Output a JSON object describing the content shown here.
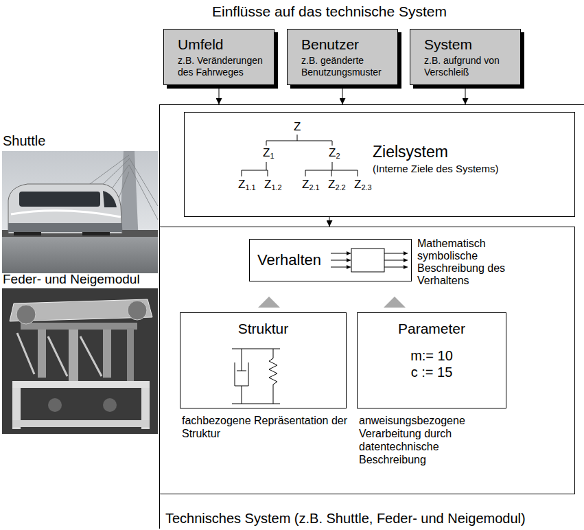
{
  "diagram": {
    "title": "Einflüsse auf das technische System",
    "nodes": [
      {
        "text": [
          "Umfeld",
          "z.B. Veränderungen des Fahrweges"
        ]
      },
      {
        "text": [
          "Benutzer",
          "z.B. geänderte Benutzungsmuster"
        ]
      },
      {
        "text": [
          "System",
          "z.B. aufgrund von Verschleiß"
        ]
      },
      {
        "text": [
          "Technisches System (z.B. Shuttle, Feder- und Neigemodul)"
        ]
      },
      {
        "text": [
          "Zielsystem",
          "(Interne Ziele des Systems)"
        ],
        "in": 3
      },
      {
        "text": [],
        "in": 3
      },
      {
        "text": [
          "Verhalten"
        ],
        "in": 5
      },
      {
        "text": [
          "Struktur"
        ],
        "in": 5
      },
      {
        "text": [
          "Parameter",
          "m:= 10",
          "c := 15"
        ],
        "in": 5
      }
    ],
    "edges": [
      {
        "from": 0,
        "to": 3,
        "arrow": "to"
      },
      {
        "from": 1,
        "to": 3,
        "arrow": "to"
      },
      {
        "from": 2,
        "to": 3,
        "arrow": "to"
      },
      {
        "from": 4,
        "to": 5,
        "arrow": "to"
      },
      {
        "from": 7,
        "to": 6,
        "arrow": "to"
      },
      {
        "from": 8,
        "to": 6,
        "arrow": "to"
      }
    ],
    "labels": [
      "Shuttle",
      "Z",
      "Z1",
      "Z2",
      "Z1.1",
      "Z1.2",
      "Z2.1",
      "Z2.2",
      "Z2.3",
      "Feder- und Neigemodul",
      "Mathematisch symbolische Beschreibung des Verhaltens",
      "fachbezogene Repräsentation der Struktur",
      "anweisungsbezogene Verarbeitung durch datentechnische Beschreibung"
    ]
  }
}
